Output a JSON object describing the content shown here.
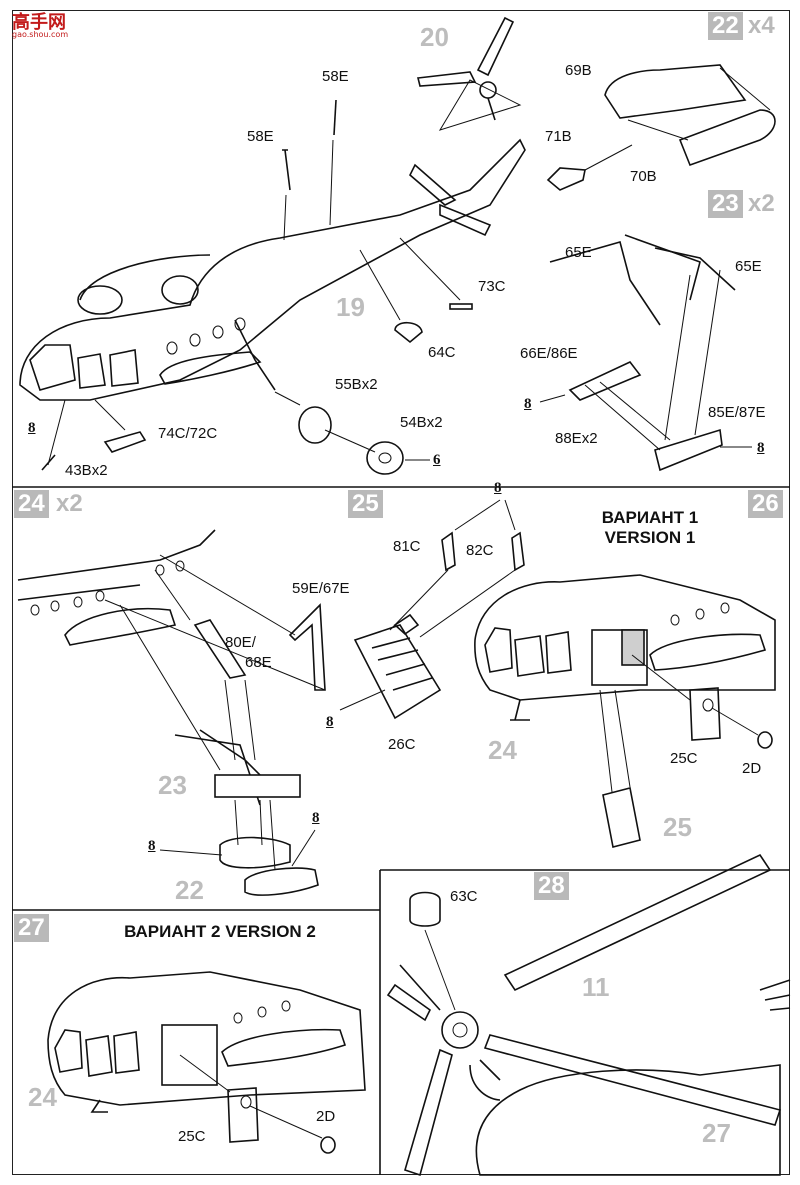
{
  "watermark": {
    "main": "高手网",
    "sub": "gao.shou.com"
  },
  "steps": {
    "s19": "19",
    "s20": "20",
    "s22": "22",
    "s22_mult": "x4",
    "s23": "23",
    "s23_mult": "x2",
    "s24": "24",
    "s24_mult": "x2",
    "s25": "25",
    "s26": "26",
    "s27": "27",
    "s28": "28"
  },
  "panel1": {
    "ghost_19": "19",
    "ghost_20": "20",
    "labels": {
      "p58E_a": "58E",
      "p58E_b": "58E",
      "p69B": "69B",
      "p71B": "71B",
      "p70B": "70B",
      "p73C": "73C",
      "p64C": "64C",
      "p55B": "55Bx2",
      "p54B": "54Bx2",
      "p74C": "74C/72C",
      "p43B": "43Bx2",
      "ref8": "8",
      "ref6": "6"
    }
  },
  "panel23": {
    "labels": {
      "p65E_a": "65E",
      "p65E_b": "65E",
      "p66E": "66E/86E",
      "p85E": "85E/87E",
      "p88E": "88Ex2",
      "ref8_a": "8",
      "ref8_b": "8"
    }
  },
  "panel24": {
    "labels": {
      "p59E": "59E/67E",
      "p80E": "80E/",
      "p68E": "68E",
      "ghost23": "23",
      "ghost22": "22",
      "ref8_a": "8",
      "ref8_b": "8"
    }
  },
  "panel25": {
    "labels": {
      "p81C": "81C",
      "p82C": "82C",
      "p26C": "26C",
      "ref8_top": "8",
      "ref8_left": "8"
    }
  },
  "panel26": {
    "variant_ru": "ВАРИАНТ 1",
    "variant_en": "VERSION 1",
    "labels": {
      "p25C": "25C",
      "p2D": "2D",
      "ghost24": "24",
      "ghost25": "25"
    }
  },
  "panel27": {
    "variant": "ВАРИАНТ 2   VERSION 2",
    "labels": {
      "p25C": "25C",
      "p2D": "2D",
      "ghost24": "24"
    }
  },
  "panel28": {
    "labels": {
      "p63C": "63C",
      "ghost11": "11",
      "ghost27": "27"
    }
  }
}
